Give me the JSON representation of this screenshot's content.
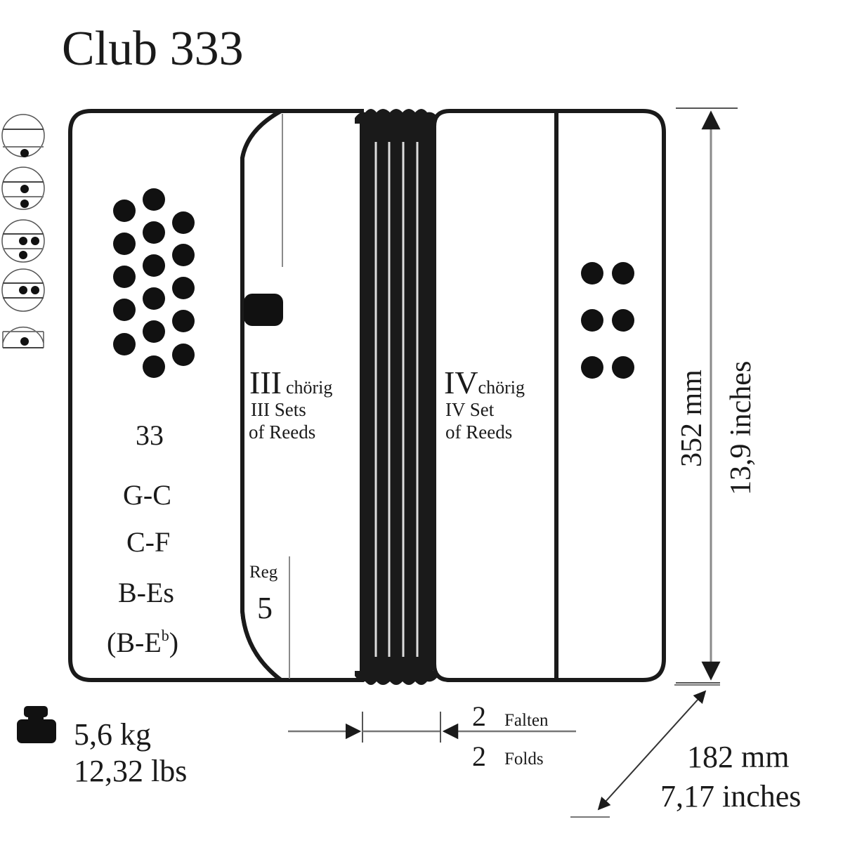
{
  "title": "Club 333",
  "colors": {
    "ink": "#1a1a1a",
    "line_gray": "#8a8a8a",
    "background": "#ffffff"
  },
  "register_icons": [
    {
      "name": "register-1",
      "dots": "bottom-single"
    },
    {
      "name": "register-2",
      "dots": "middle-and-bottom"
    },
    {
      "name": "register-3",
      "dots": "double-middle-and-bottom"
    },
    {
      "name": "register-4",
      "dots": "double-middle"
    },
    {
      "name": "register-5",
      "dots": "middle-single"
    }
  ],
  "treble_side": {
    "button_count": "33",
    "tunings": [
      "G-C",
      "C-F",
      "B-Es"
    ],
    "tuning_alt_base": "(B-E",
    "tuning_alt_sup": "b",
    "tuning_alt_close": ")",
    "reeds_numeral": "III",
    "reeds_word": "chörig",
    "reeds_en_line1": "III Sets",
    "reeds_en_line2": "of Reeds",
    "register_label": "Reg",
    "register_count": "5"
  },
  "bass_side": {
    "reeds_numeral": "IV",
    "reeds_word": "chörig",
    "reeds_en_line1": "IV Set",
    "reeds_en_line2": "of Reeds"
  },
  "bellows": {
    "folds_de_num": "2",
    "folds_de_label": "Falten",
    "folds_en_num": "2",
    "folds_en_label": "Folds"
  },
  "weight": {
    "kg": "5,6 kg",
    "lbs": "12,32 lbs"
  },
  "height_dim": {
    "mm": "352 mm",
    "inches": "13,9 inches"
  },
  "depth_dim": {
    "mm": "182 mm",
    "inches": "7,17 inches"
  }
}
